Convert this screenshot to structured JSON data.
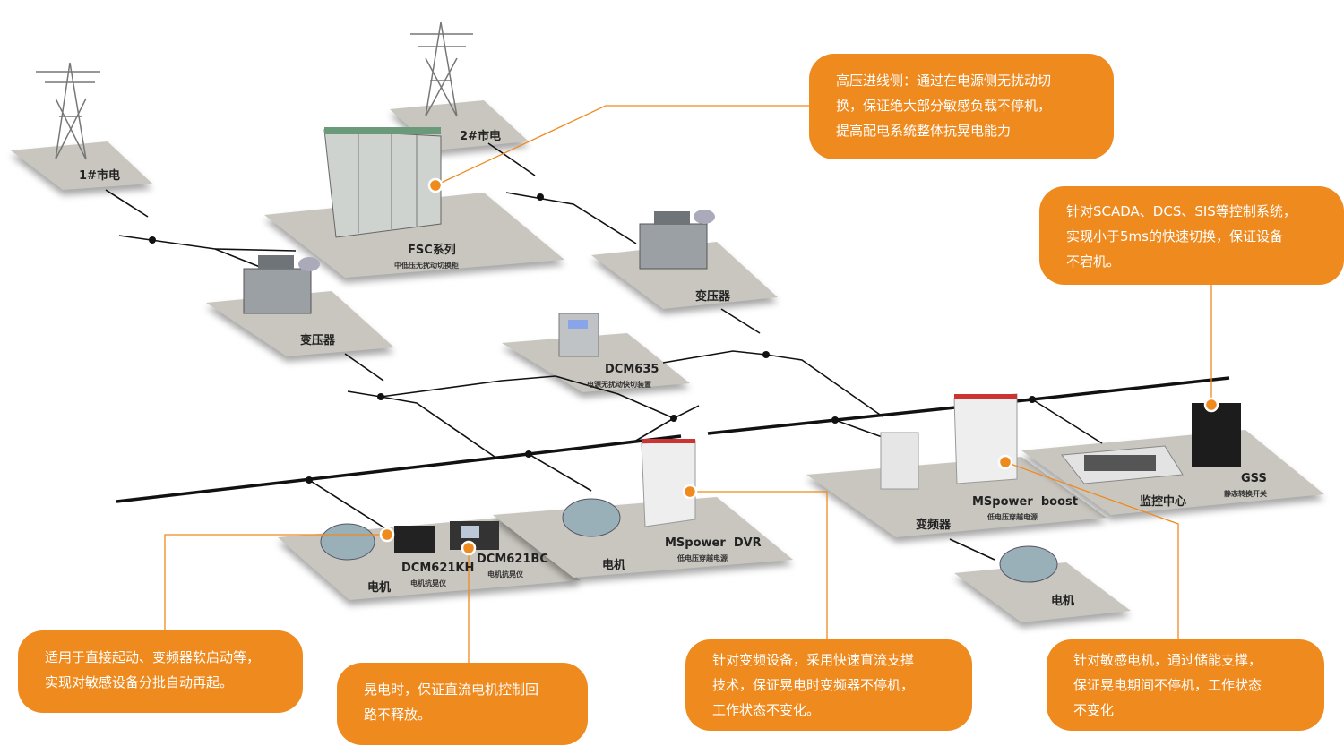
{
  "labels": {
    "grid1": "1#市电",
    "grid2": "2#市电",
    "fsc": "FSC系列",
    "fsc_sub": "中低压无扰动切换柜",
    "transformer_left": "变压器",
    "transformer_right": "变压器",
    "dcm635": "DCM635",
    "dcm635_sub": "电源无扰动快切装置",
    "motor1": "电机",
    "dcm621kh": "DCM621KH",
    "dcm621kh_sub": "电机抗晃仪",
    "dcm621bc": "DCM621BC",
    "dcm621bc_sub": "电机抗晃仪",
    "motor2": "电机",
    "dvr": "MSpower  DVR",
    "dvr_sub": "低电压穿越电源",
    "vfd": "变频器",
    "boost": "MSpower  boost",
    "boost_sub": "低电压穿越电源",
    "monitor": "监控中心",
    "gss": "GSS",
    "gss_sub": "静态转换开关",
    "motor3": "电机"
  },
  "callouts": [
    {
      "lines": [
        "高压进线侧：通过在电源侧无扰动切",
        "换，保证绝大部分敏感负载不停机，",
        "提高配电系统整体抗晃电能力"
      ]
    },
    {
      "lines": [
        "针对SCADA、DCS、SIS等控制系统，",
        "实现小于5ms的快速切换，保证设备",
        "不宕机。"
      ]
    },
    {
      "lines": [
        "适用于直接起动、变频器软启动等，",
        "实现对敏感设备分批自动再起。"
      ]
    },
    {
      "lines": [
        "晃电时，保证直流电机控制回",
        "路不释放。"
      ]
    },
    {
      "lines": [
        "针对变频设备，采用快速直流支撑",
        "技术，保证晃电时变频器不停机，",
        "工作状态不变化。"
      ]
    },
    {
      "lines": [
        "针对敏感电机，通过储能支撑，",
        "保证晃电期间不停机，工作状态",
        "不变化"
      ]
    }
  ],
  "colors": {
    "accent": "#ef8a1f",
    "platform": "#c9c6bf"
  }
}
